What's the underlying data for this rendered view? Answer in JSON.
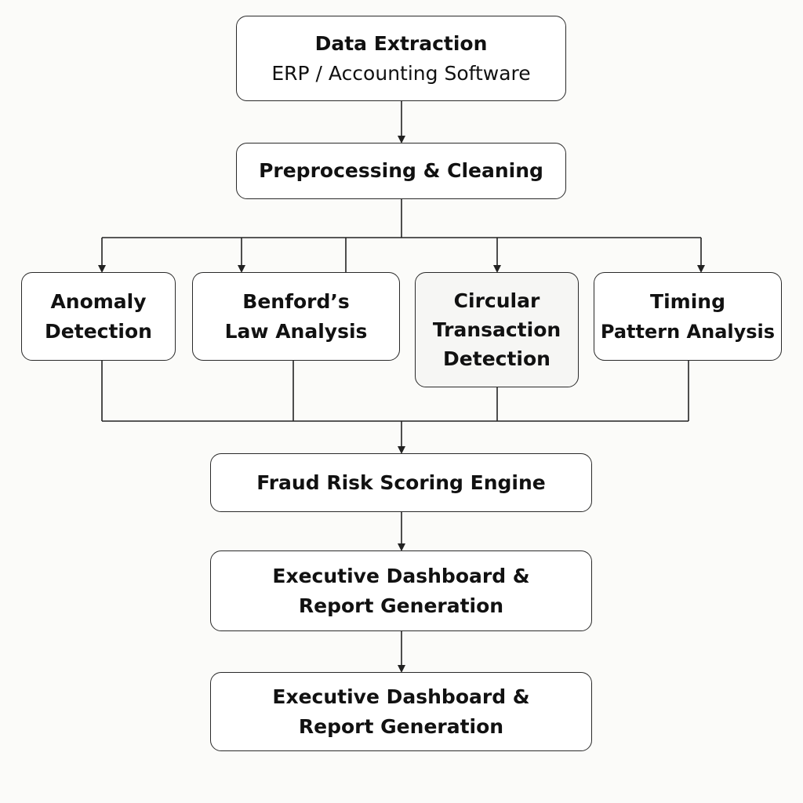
{
  "nodes": {
    "data_extraction": {
      "title": "Data Extraction",
      "subtitle": "ERP / Accounting Software"
    },
    "preprocessing": {
      "title": "Preprocessing & Cleaning"
    },
    "anomaly_detection": {
      "line1": "Anomaly",
      "line2": "Detection"
    },
    "benfords_law": {
      "line1": "Benford’s",
      "line2": "Law Analysis"
    },
    "circular_transaction": {
      "line1": "Circular",
      "line2": "Transaction",
      "line3": "Detection"
    },
    "timing_pattern": {
      "line1": "Timing",
      "line2": "Pattern Analysis"
    },
    "fraud_risk": {
      "title": "Fraud Risk Scoring Engine"
    },
    "executive_dashboard_1": {
      "line1": "Executive Dashboard &",
      "line2": "Report Generation"
    },
    "executive_dashboard_2": {
      "line1": "Executive Dashboard &",
      "line2": "Report Generation"
    }
  }
}
